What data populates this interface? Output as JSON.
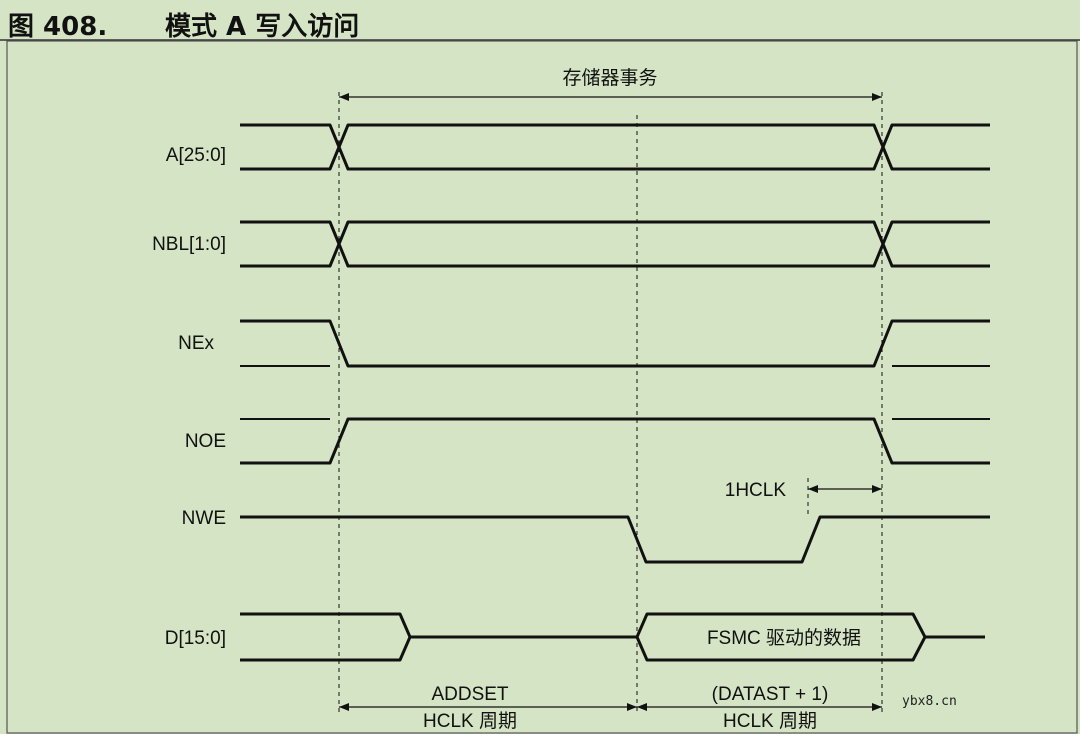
{
  "figure": {
    "label": "图 408.",
    "title": "模式 A 写入访问"
  },
  "signals": [
    {
      "id": "addr",
      "label": "A[25:0]"
    },
    {
      "id": "nbl",
      "label": "NBL[1:0]"
    },
    {
      "id": "nex",
      "label": "NEx"
    },
    {
      "id": "noe",
      "label": "NOE"
    },
    {
      "id": "nwe",
      "label": "NWE"
    },
    {
      "id": "data",
      "label": "D[15:0]"
    }
  ],
  "annotations": {
    "memory_transaction": "存储器事务",
    "one_hclk": "1HCLK",
    "data_driven": "FSMC 驱动的数据",
    "addset_label": "ADDSET",
    "addset_unit": "HCLK 周期",
    "datast_label": "(DATAST + 1)",
    "datast_unit": "HCLK 周期"
  },
  "watermark": "ybx8.cn",
  "colors": {
    "background": "#d4e4c4",
    "line": "#111111"
  }
}
